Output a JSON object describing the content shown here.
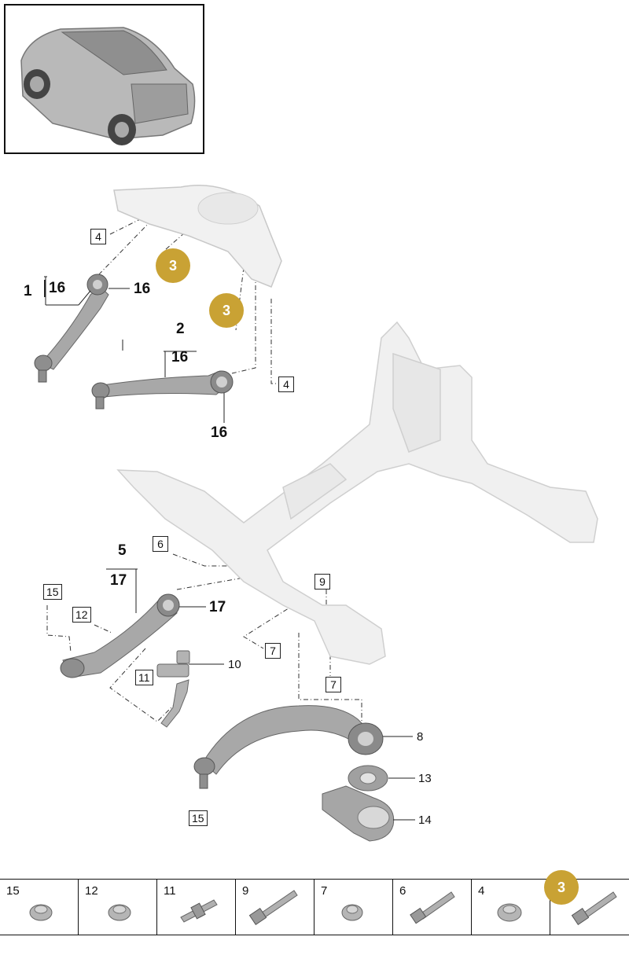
{
  "callouts": {
    "c1": "1",
    "c2": "2",
    "c5": "5",
    "c16a": "16",
    "c16b": "16",
    "c16c": "16",
    "c16d": "16",
    "c17a": "17",
    "c17b": "17",
    "c3a": "3",
    "c3b": "3",
    "c4a": "4",
    "c4b": "4",
    "c6": "6",
    "c7a": "7",
    "c7b": "7",
    "c8": "8",
    "c9": "9",
    "c10": "10",
    "c11": "11",
    "c12": "12",
    "c13": "13",
    "c14": "14",
    "c15a": "15",
    "c15b": "15"
  },
  "badge_color": "#c9a234",
  "parts_strip": [
    {
      "number": "15",
      "icon": "nut-icon"
    },
    {
      "number": "12",
      "icon": "nut-icon"
    },
    {
      "number": "11",
      "icon": "stud-icon"
    },
    {
      "number": "9",
      "icon": "bolt-icon"
    },
    {
      "number": "7",
      "icon": "nut-icon"
    },
    {
      "number": "6",
      "icon": "bolt-icon"
    },
    {
      "number": "4",
      "icon": "nut-icon"
    },
    {
      "number": "3",
      "icon": "bolt-icon"
    }
  ]
}
